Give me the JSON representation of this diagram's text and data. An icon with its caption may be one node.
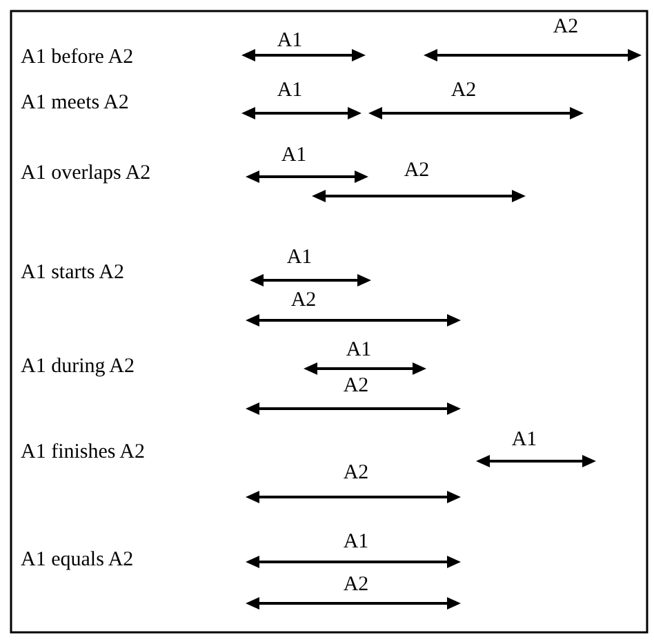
{
  "diagram": {
    "labels": [
      "A1 before A2",
      "A1",
      "A2",
      "A1 meets A2",
      "A1",
      "A2",
      "A1 overlaps A2",
      "A1",
      "A2",
      "A1 starts A2",
      "A1",
      "A2",
      "A1 during A2",
      "A1",
      "A2",
      "A1 finishes A2",
      "A1",
      "A2",
      "A1 equals A2",
      "A1",
      "A2"
    ]
  }
}
